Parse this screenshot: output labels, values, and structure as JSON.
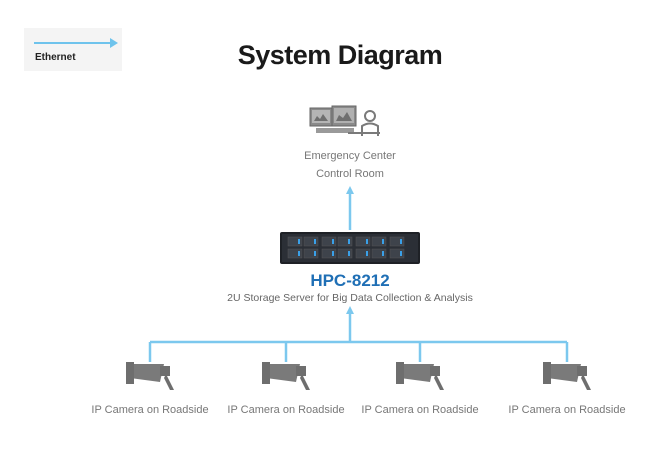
{
  "legend": {
    "label": "Ethernet",
    "line_color": "#6ec3ec"
  },
  "title": "System Diagram",
  "control_room": {
    "line1": "Emergency Center",
    "line2": "Control Room"
  },
  "server": {
    "name": "HPC-8212",
    "description": "2U Storage Server for Big Data Collection & Analysis"
  },
  "cameras": [
    {
      "label": "IP Camera on Roadside"
    },
    {
      "label": "IP Camera on Roadside"
    },
    {
      "label": "IP Camera on Roadside"
    },
    {
      "label": "IP Camera on Roadside"
    }
  ],
  "colors": {
    "link": "#7cc8ee",
    "server_blue": "#1f6fb5",
    "icon_gray": "#7a7a7a"
  }
}
